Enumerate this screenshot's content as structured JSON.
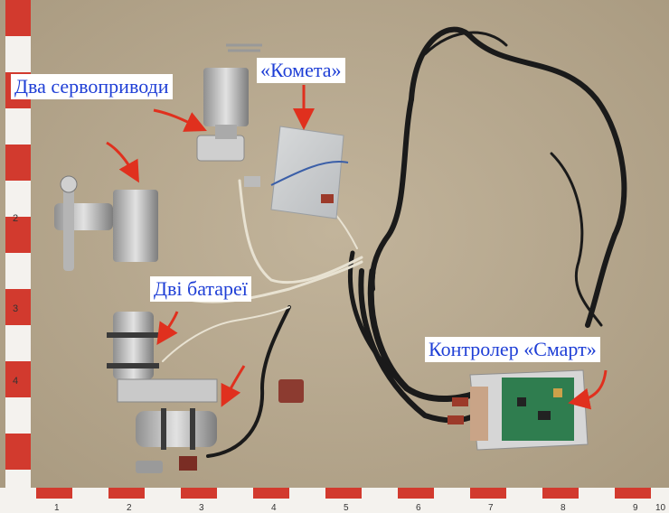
{
  "labels": {
    "servos": "Два сервоприводи",
    "kometa": "«Комета»",
    "batteries": "Дві батареї",
    "controller": "Контролер «Смарт»"
  },
  "ruler_left_digits": [
    "2",
    "3",
    "4"
  ],
  "ruler_bottom_digits": [
    "1",
    "2",
    "3",
    "4",
    "5",
    "6",
    "7",
    "8",
    "9",
    "10"
  ],
  "colors": {
    "floor": "#b8a98f",
    "label_text": "#1f3fd6",
    "arrow": "#e0301e",
    "ruler_red": "#d23a2e",
    "cable": "#1a1a1a",
    "pcb": "#2f7d4f"
  }
}
